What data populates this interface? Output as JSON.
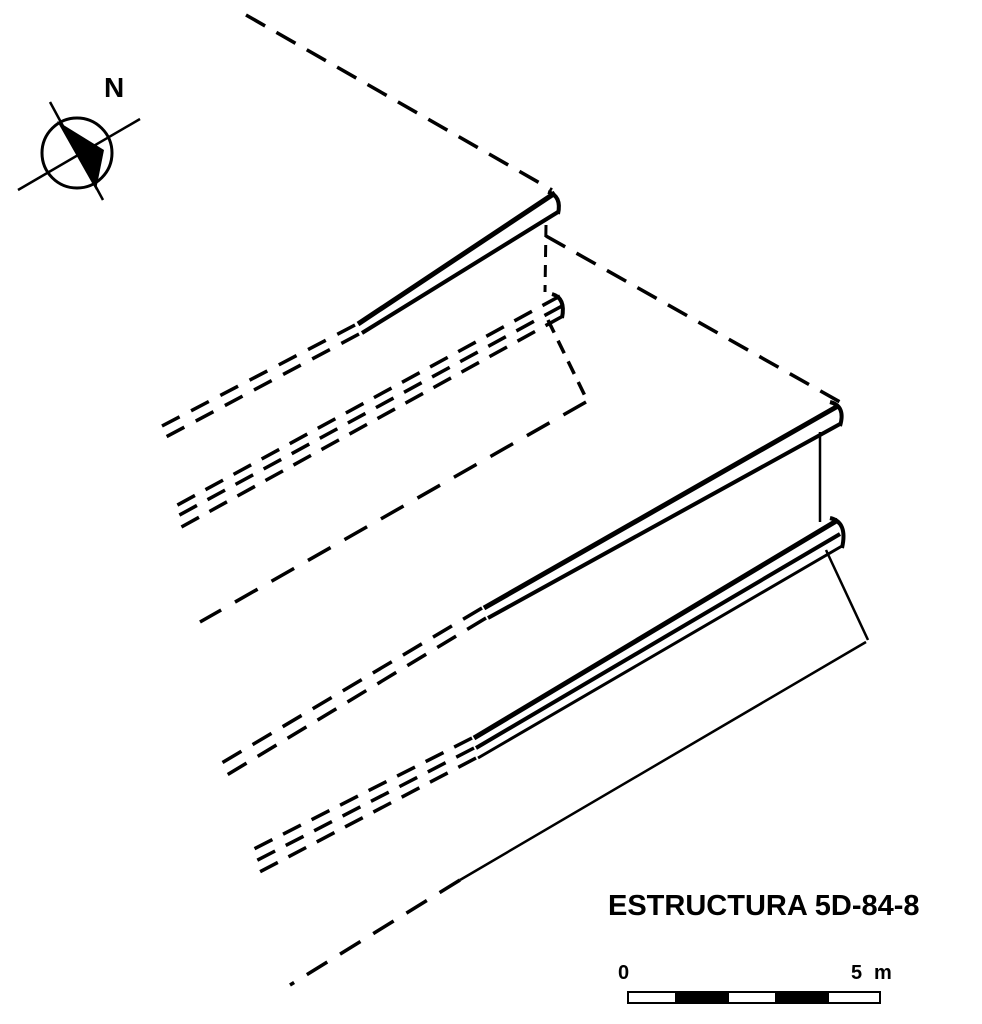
{
  "title": "ESTRUCTURA 5D-84-8",
  "north_arrow": {
    "label": "N",
    "icon": "north-arrow-icon"
  },
  "scale_bar": {
    "start_label": "0",
    "end_label": "5",
    "unit": "m",
    "segments": 5
  },
  "colors": {
    "ink": "#000000",
    "paper": "#ffffff"
  }
}
